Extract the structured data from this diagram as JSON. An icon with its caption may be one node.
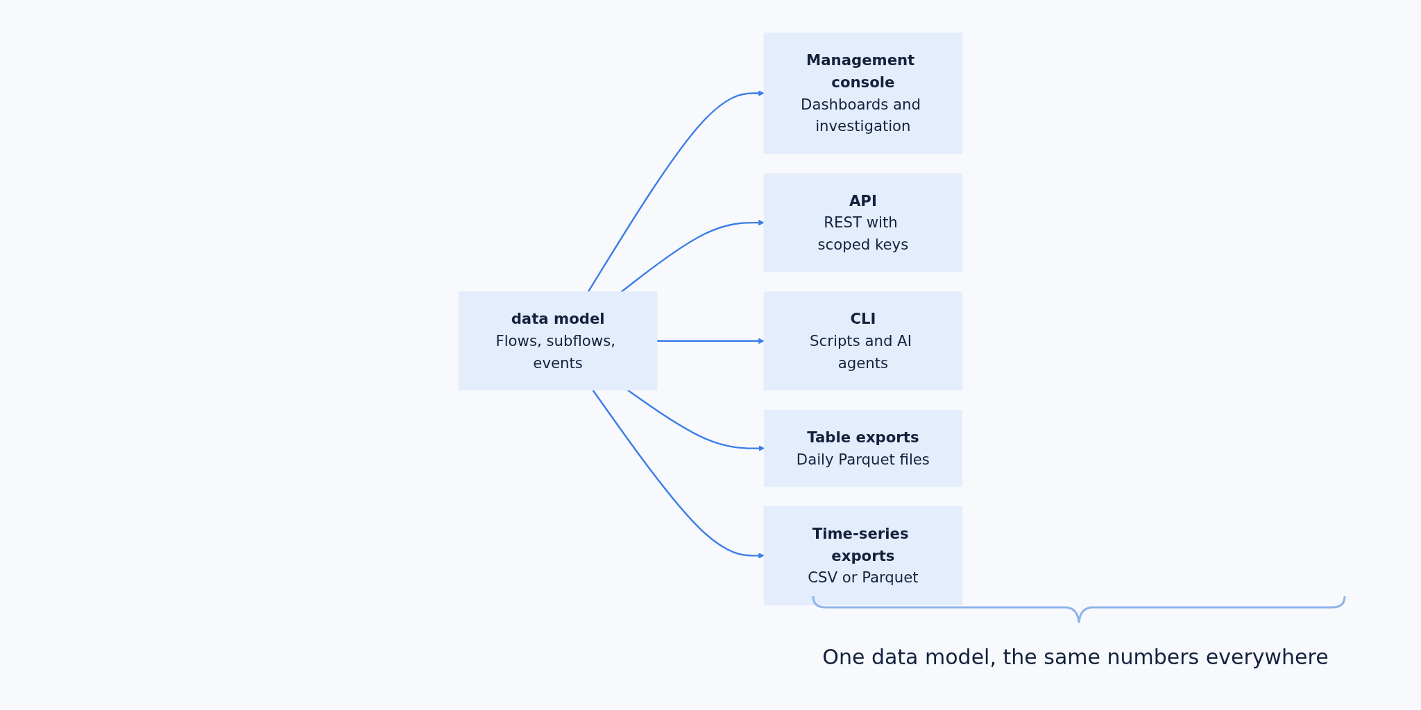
{
  "diagram": {
    "nodes": [
      {
        "text": [
          "data model",
          "Flows, subflows, events"
        ]
      },
      {
        "text": [
          "Management console",
          "Dashboards and investigation"
        ]
      },
      {
        "text": [
          "API",
          "REST with scoped keys"
        ]
      },
      {
        "text": [
          "CLI",
          "Scripts and AI agents"
        ]
      },
      {
        "text": [
          "Table exports",
          "Daily Parquet files"
        ]
      },
      {
        "text": [
          "Time-series exports",
          "CSV or Parquet"
        ]
      }
    ],
    "edges": [
      {
        "from": 0,
        "to": 1,
        "arrow": "to"
      },
      {
        "from": 0,
        "to": 2,
        "arrow": "to"
      },
      {
        "from": 0,
        "to": 3,
        "arrow": "to"
      },
      {
        "from": 0,
        "to": 4,
        "arrow": "to"
      },
      {
        "from": 0,
        "to": 5,
        "arrow": "to"
      }
    ],
    "caption": "One data model, the same numbers everywhere"
  }
}
